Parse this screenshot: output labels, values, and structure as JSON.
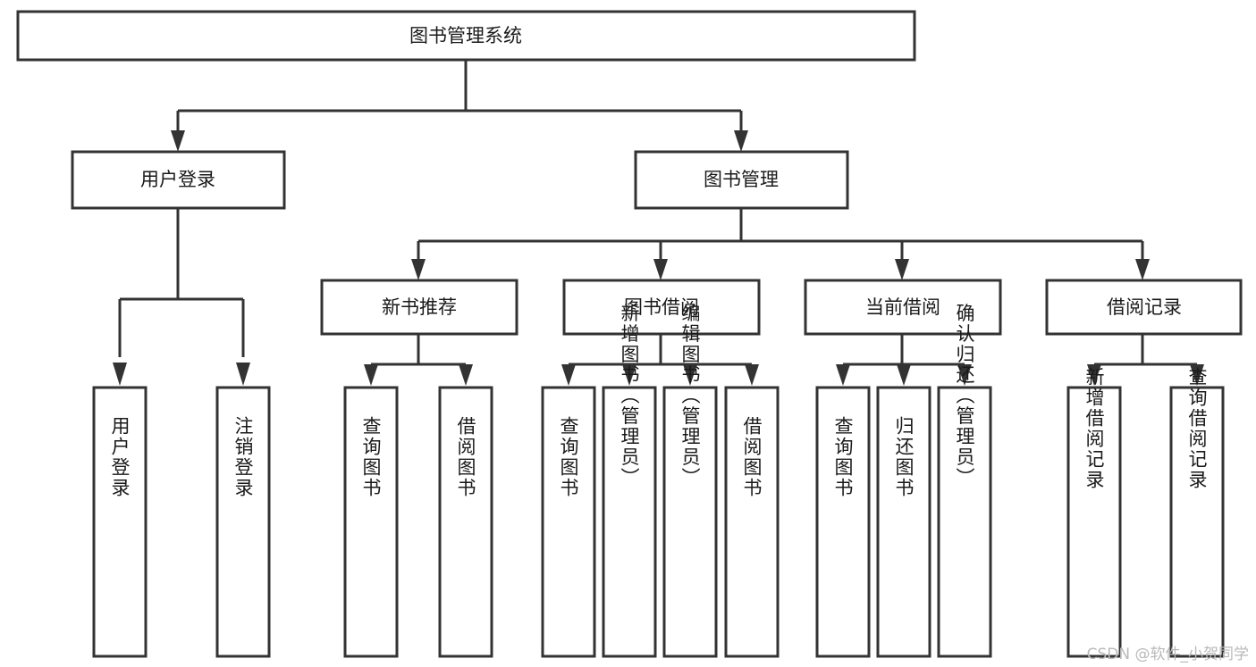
{
  "diagram": {
    "title": "图书管理系统",
    "type": "tree",
    "watermark": "CSDN @软件_小贺同学",
    "colors": {
      "stroke": "#333333",
      "fill": "#ffffff",
      "text": "#1a1a1a",
      "watermark": "#b9b9b9",
      "background": "#ffffff"
    },
    "levels": {
      "root": {
        "label": "图书管理系统"
      },
      "level2": [
        {
          "id": "user-login",
          "label": "用户登录"
        },
        {
          "id": "book-management",
          "label": "图书管理"
        }
      ],
      "level3": [
        {
          "id": "new-book-recommend",
          "label": "新书推荐",
          "parent": "book-management"
        },
        {
          "id": "book-borrow",
          "label": "图书借阅",
          "parent": "book-management"
        },
        {
          "id": "current-borrow",
          "label": "当前借阅",
          "parent": "book-management"
        },
        {
          "id": "borrow-record",
          "label": "借阅记录",
          "parent": "book-management"
        }
      ],
      "leaves": [
        {
          "id": "leaf-user-login",
          "label": "用户登录",
          "parent": "user-login"
        },
        {
          "id": "leaf-logout",
          "label": "注销登录",
          "parent": "user-login"
        },
        {
          "id": "leaf-query-book-1",
          "label": "查询图书",
          "parent": "new-book-recommend"
        },
        {
          "id": "leaf-borrow-book-1",
          "label": "借阅图书",
          "parent": "new-book-recommend"
        },
        {
          "id": "leaf-query-book-2",
          "label": "查询图书",
          "parent": "book-borrow"
        },
        {
          "id": "leaf-add-book",
          "label": "新增图书（管理员）",
          "parent": "book-borrow"
        },
        {
          "id": "leaf-edit-book",
          "label": "编辑图书（管理员）",
          "parent": "book-borrow"
        },
        {
          "id": "leaf-borrow-book-2",
          "label": "借阅图书",
          "parent": "book-borrow"
        },
        {
          "id": "leaf-query-book-3",
          "label": "查询图书",
          "parent": "current-borrow"
        },
        {
          "id": "leaf-return-book",
          "label": "归还图书",
          "parent": "current-borrow"
        },
        {
          "id": "leaf-confirm-return",
          "label": "确认归还（管理员）",
          "parent": "current-borrow"
        },
        {
          "id": "leaf-add-record",
          "label": "新增借阅记录",
          "parent": "borrow-record"
        },
        {
          "id": "leaf-query-record",
          "label": "查询借阅记录",
          "parent": "borrow-record"
        }
      ]
    }
  }
}
